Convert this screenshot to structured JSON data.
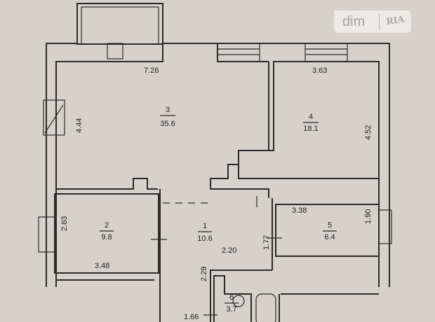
{
  "watermark": {
    "brand": "dim",
    "sub": "RIA"
  },
  "rooms": [
    {
      "number": "1",
      "area": "10.6"
    },
    {
      "number": "2",
      "area": "9.8"
    },
    {
      "number": "3",
      "area": "35.6"
    },
    {
      "number": "4",
      "area": "18.1"
    },
    {
      "number": "5",
      "area": "6.4"
    },
    {
      "number": "6",
      "area": "3.7"
    }
  ],
  "dimensions": [
    "7.26",
    "3.63",
    "4.44",
    "4.52",
    "2.83",
    "3.48",
    "3.38",
    "1.90",
    "1.77",
    "2.20",
    "2.29",
    "1.66"
  ]
}
